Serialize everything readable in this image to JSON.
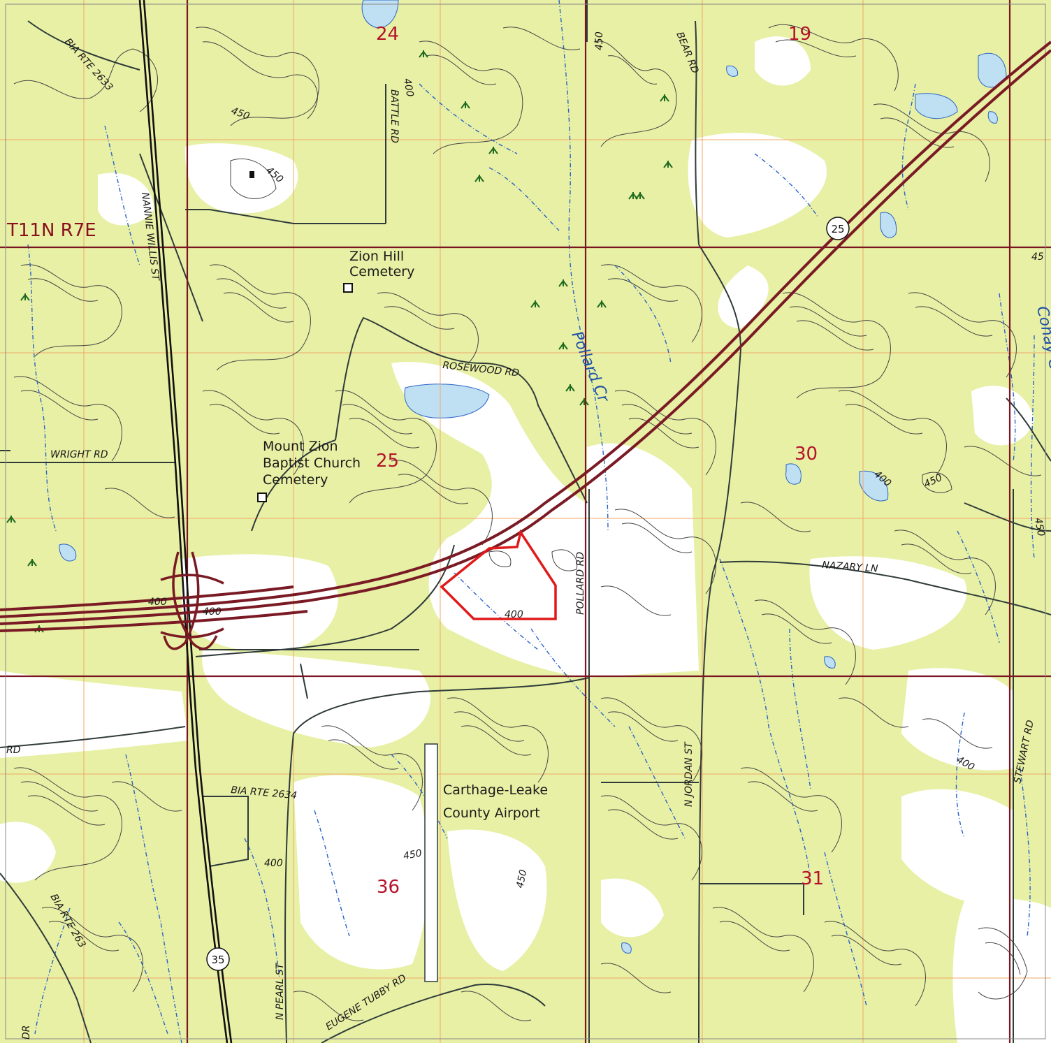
{
  "map": {
    "township_label": "T11N R7E",
    "sections": {
      "s24": "24",
      "s19": "19",
      "s25": "25",
      "s30": "30",
      "s36": "36",
      "s31": "31"
    },
    "places": {
      "zion_hill_1": "Zion Hill",
      "zion_hill_2": "Cemetery",
      "mount_zion_1": "Mount Zion",
      "mount_zion_2": "Baptist Church",
      "mount_zion_3": "Cemetery",
      "airport_1": "Carthage-Leake",
      "airport_2": "County Airport"
    },
    "roads": {
      "bia_2633": "BIA RTE 2633",
      "battle": "BATTLE RD",
      "bear": "BEAR RD",
      "nannie_willis": "NANNIE WILLIS ST",
      "rosewood": "ROSEWOOD RD",
      "wright": "WRIGHT RD",
      "pollard": "POLLARD RD",
      "nazary": "NAZARY LN",
      "n_jordan": "N JORDAN ST",
      "stewart": "STEWART RD",
      "bia_2634": "BIA RTE 2634",
      "bia_263": "BIA RTE 263",
      "n_pearl": "N PEARL ST",
      "eugene_tubby": "EUGENE TUBBY RD",
      "rd_left": "RD",
      "dr_left": "DR"
    },
    "water": {
      "pollard_cr": "Pollard Cr",
      "right_edge": "Cohay C"
    },
    "shields": {
      "hwy25": "25",
      "hwy35": "35"
    },
    "contours": {
      "c450_a": "450",
      "c450_b": "450",
      "c450_c": "450",
      "c450_d": "450",
      "c450_e": "450",
      "c450_f": "450",
      "c450_g": "450",
      "c400_a": "400",
      "c400_b": "400",
      "c400_c": "400",
      "c400_d": "400",
      "c400_e": "400",
      "c400_f": "400",
      "c400_g": "400",
      "c45_edge": "45"
    },
    "colors": {
      "vegetation": "#e7f0a4",
      "open_land": "#ffffff",
      "grid_brown": "#7a1522",
      "grid_orange": "#f0a868",
      "highway": "#7a1a24",
      "water": "#2a62c7",
      "pond": "#bfe0f2",
      "contour": "#444444",
      "parcel": "#e01a1a",
      "section_number": "#b5132b"
    }
  }
}
